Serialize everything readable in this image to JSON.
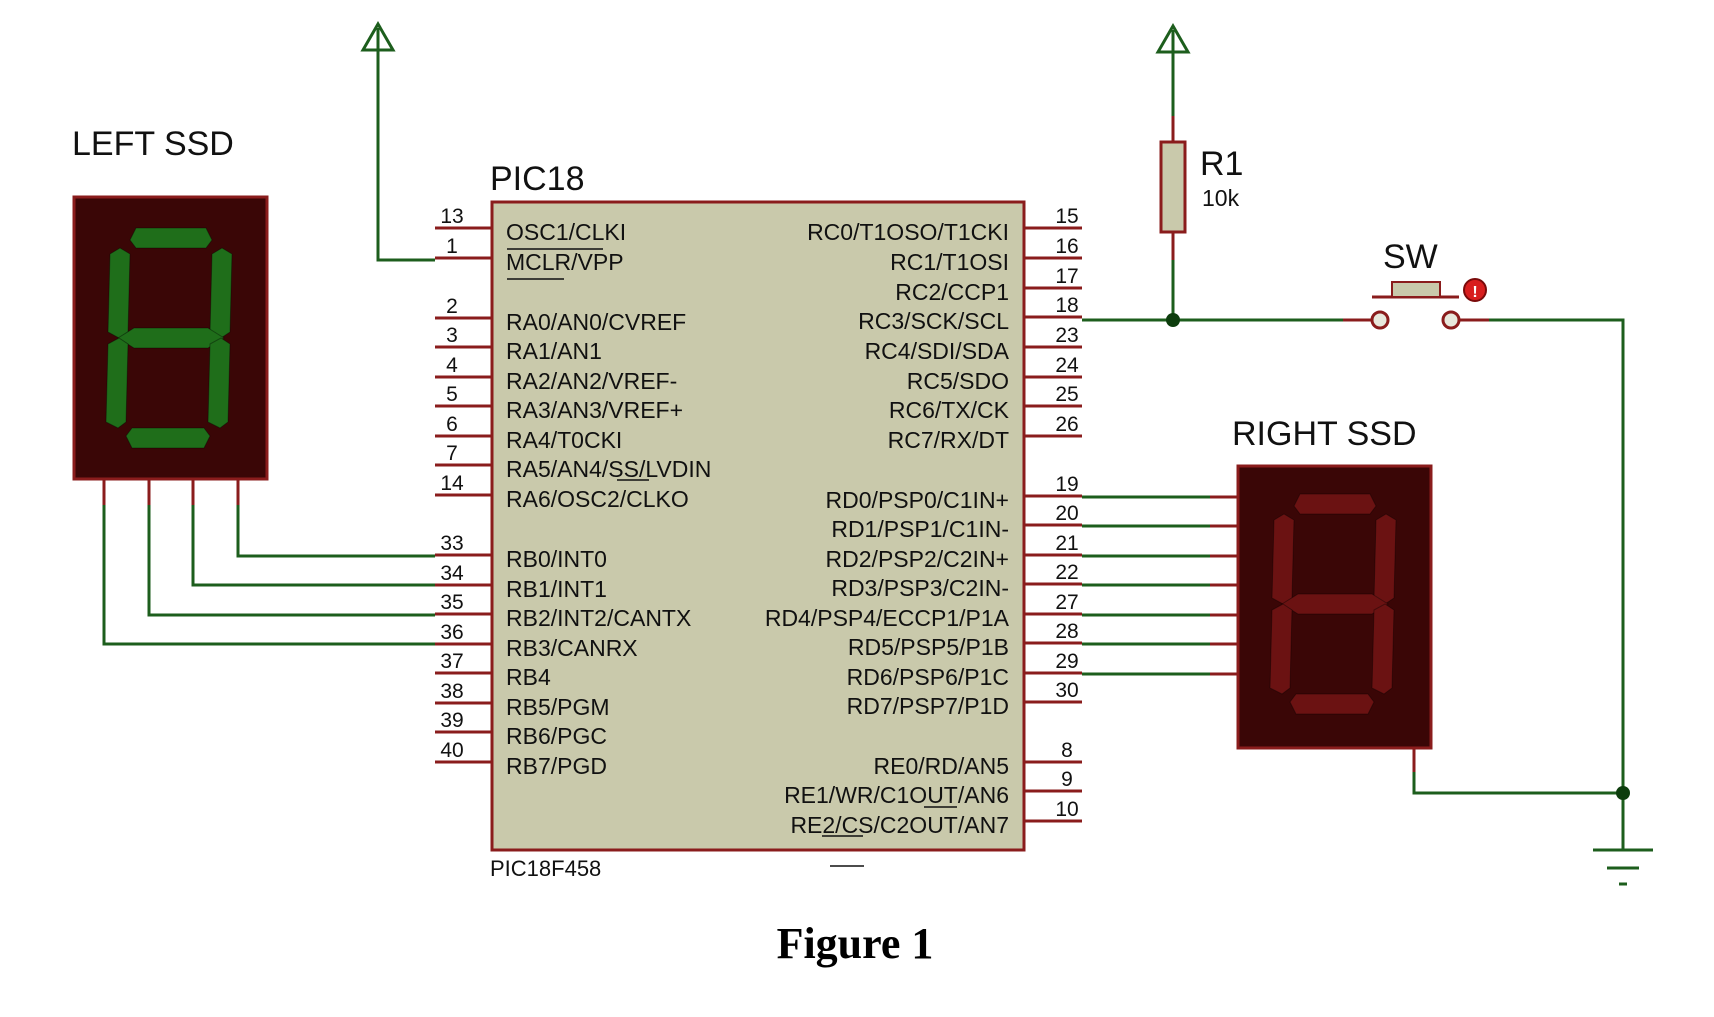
{
  "chip": {
    "label": "PIC18",
    "part": "PIC18F458",
    "left_pins": [
      {
        "num": "13",
        "name": "OSC1/CLKI"
      },
      {
        "num": "1",
        "name": "MCLR/VPP"
      },
      {
        "num": "2",
        "name": "RA0/AN0/CVREF"
      },
      {
        "num": "3",
        "name": "RA1/AN1"
      },
      {
        "num": "4",
        "name": "RA2/AN2/VREF-"
      },
      {
        "num": "5",
        "name": "RA3/AN3/VREF+"
      },
      {
        "num": "6",
        "name": "RA4/T0CKI"
      },
      {
        "num": "7",
        "name": "RA5/AN4/SS/LVDIN"
      },
      {
        "num": "14",
        "name": "RA6/OSC2/CLKO"
      },
      {
        "num": "33",
        "name": "RB0/INT0"
      },
      {
        "num": "34",
        "name": "RB1/INT1"
      },
      {
        "num": "35",
        "name": "RB2/INT2/CANTX"
      },
      {
        "num": "36",
        "name": "RB3/CANRX"
      },
      {
        "num": "37",
        "name": "RB4"
      },
      {
        "num": "38",
        "name": "RB5/PGM"
      },
      {
        "num": "39",
        "name": "RB6/PGC"
      },
      {
        "num": "40",
        "name": "RB7/PGD"
      }
    ],
    "right_pins": [
      {
        "num": "15",
        "name": "RC0/T1OSO/T1CKI"
      },
      {
        "num": "16",
        "name": "RC1/T1OSI"
      },
      {
        "num": "17",
        "name": "RC2/CCP1"
      },
      {
        "num": "18",
        "name": "RC3/SCK/SCL"
      },
      {
        "num": "23",
        "name": "RC4/SDI/SDA"
      },
      {
        "num": "24",
        "name": "RC5/SDO"
      },
      {
        "num": "25",
        "name": "RC6/TX/CK"
      },
      {
        "num": "26",
        "name": "RC7/RX/DT"
      },
      {
        "num": "19",
        "name": "RD0/PSP0/C1IN+"
      },
      {
        "num": "20",
        "name": "RD1/PSP1/C1IN-"
      },
      {
        "num": "21",
        "name": "RD2/PSP2/C2IN+"
      },
      {
        "num": "22",
        "name": "RD3/PSP3/C2IN-"
      },
      {
        "num": "27",
        "name": "RD4/PSP4/ECCP1/P1A"
      },
      {
        "num": "28",
        "name": "RD5/PSP5/P1B"
      },
      {
        "num": "29",
        "name": "RD6/PSP6/P1C"
      },
      {
        "num": "30",
        "name": "RD7/PSP7/P1D"
      },
      {
        "num": "8",
        "name": "RE0/RD/AN5"
      },
      {
        "num": "9",
        "name": "RE1/WR/C1OUT/AN6"
      },
      {
        "num": "10",
        "name": "RE2/CS/C2OUT/AN7"
      }
    ]
  },
  "left_ssd": {
    "label": "LEFT SSD",
    "segment_color": "#1f6e1a"
  },
  "right_ssd": {
    "label": "RIGHT SSD",
    "segment_color": "#6b1212"
  },
  "resistor": {
    "name": "R1",
    "value": "10k"
  },
  "switch": {
    "name": "SW",
    "indicator": "!"
  },
  "caption": "Figure 1",
  "colors": {
    "wire": "#1d5e1d",
    "component_outline": "#8a1c1c",
    "chip_body": "#c9c9ab",
    "ssd_body": "#3a0606",
    "resistor_body": "#c9c9ab"
  }
}
